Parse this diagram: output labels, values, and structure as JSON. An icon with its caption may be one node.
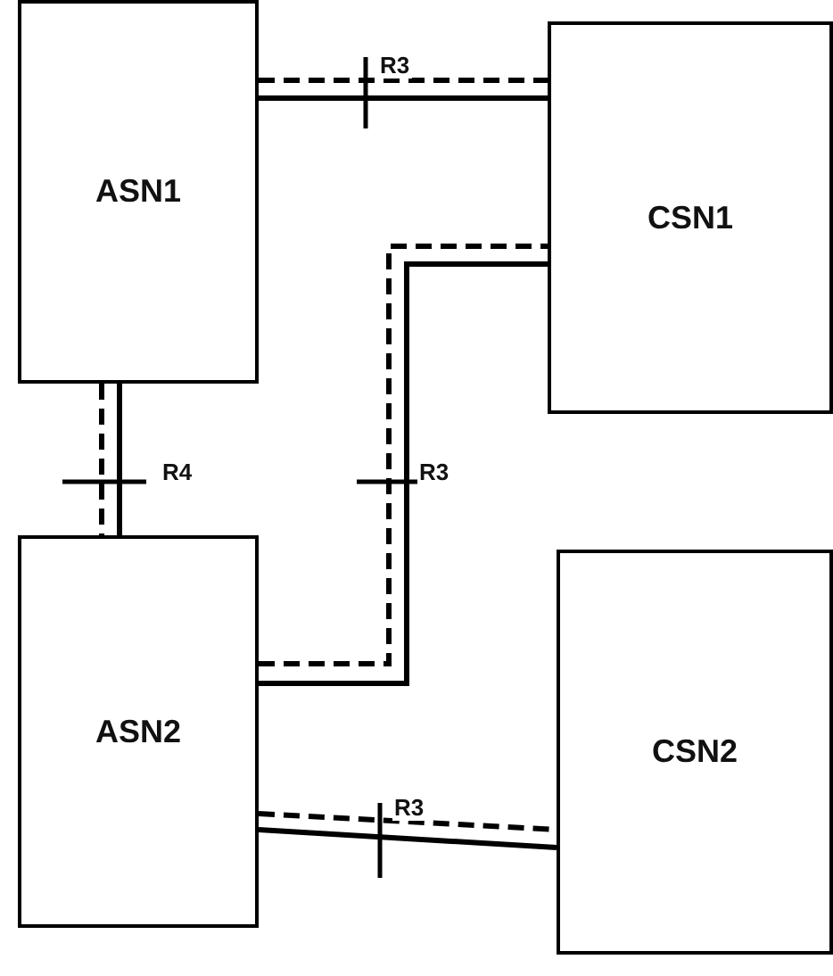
{
  "diagram": {
    "nodes": [
      {
        "text": [
          "ASN1"
        ]
      },
      {
        "text": [
          "CSN1"
        ]
      },
      {
        "text": [
          "ASN2"
        ]
      },
      {
        "text": [
          "CSN2"
        ]
      }
    ],
    "edges": [
      {
        "from": 0,
        "to": 1,
        "arrow": "none",
        "label": "R3"
      },
      {
        "from": 0,
        "to": 1,
        "arrow": "none",
        "style": "dashed"
      },
      {
        "from": 0,
        "to": 2,
        "arrow": "none",
        "label": "R4"
      },
      {
        "from": 0,
        "to": 2,
        "arrow": "none",
        "style": "dashed"
      },
      {
        "from": 2,
        "to": 1,
        "arrow": "none",
        "label": "R3"
      },
      {
        "from": 2,
        "to": 1,
        "arrow": "none",
        "style": "dashed"
      },
      {
        "from": 2,
        "to": 3,
        "arrow": "none",
        "label": "R3"
      },
      {
        "from": 2,
        "to": 3,
        "arrow": "none",
        "style": "dashed"
      }
    ]
  }
}
